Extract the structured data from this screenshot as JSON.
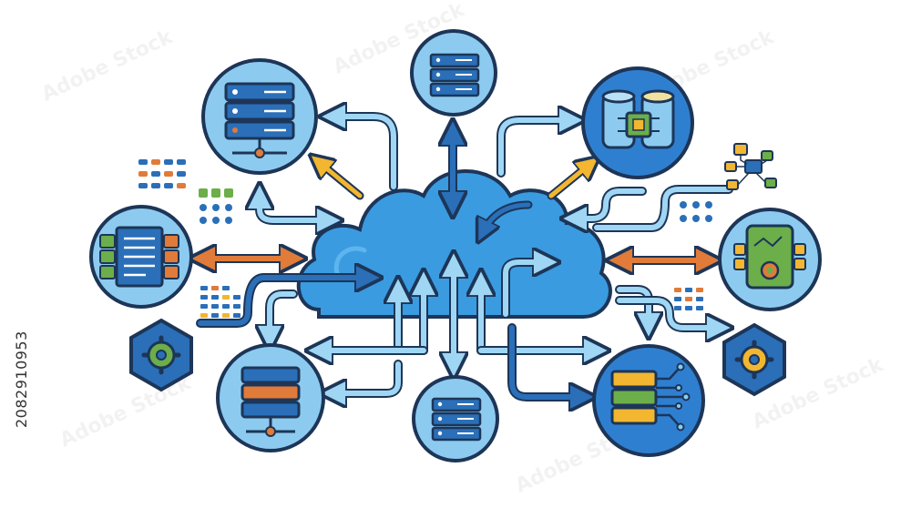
{
  "image_id_text": "2082910953",
  "watermark_text": "Adobe Stock",
  "colors": {
    "outline": "#1d3557",
    "cloud": "#3a9be0",
    "cloud_light": "#5eb4ee",
    "circle": "#8ccbef",
    "circle_dark": "#2f7fd0",
    "arrow_light": "#9fd6f3",
    "arrow_dark": "#2a6fb8",
    "orange": "#e07b39",
    "green": "#6cae4a",
    "yellow": "#f2b630",
    "hex": "#2a6fb8"
  },
  "nodes": [
    {
      "name": "server-node-top-left",
      "icon": "server-rack-icon"
    },
    {
      "name": "server-node-top-center",
      "icon": "server-rack-icon"
    },
    {
      "name": "database-chip-node-top-right",
      "icon": "database-chip-icon"
    },
    {
      "name": "document-stack-node-left",
      "icon": "document-stack-icon"
    },
    {
      "name": "device-gear-node-right",
      "icon": "device-gear-icon"
    },
    {
      "name": "server-node-bottom-left",
      "icon": "server-rack-icon"
    },
    {
      "name": "server-node-bottom-center",
      "icon": "server-rack-icon"
    },
    {
      "name": "server-circuit-node-bottom-right",
      "icon": "server-circuit-icon"
    },
    {
      "name": "gear-hexagon-left",
      "icon": "gear-icon"
    },
    {
      "name": "gear-hexagon-right",
      "icon": "gear-icon"
    }
  ]
}
